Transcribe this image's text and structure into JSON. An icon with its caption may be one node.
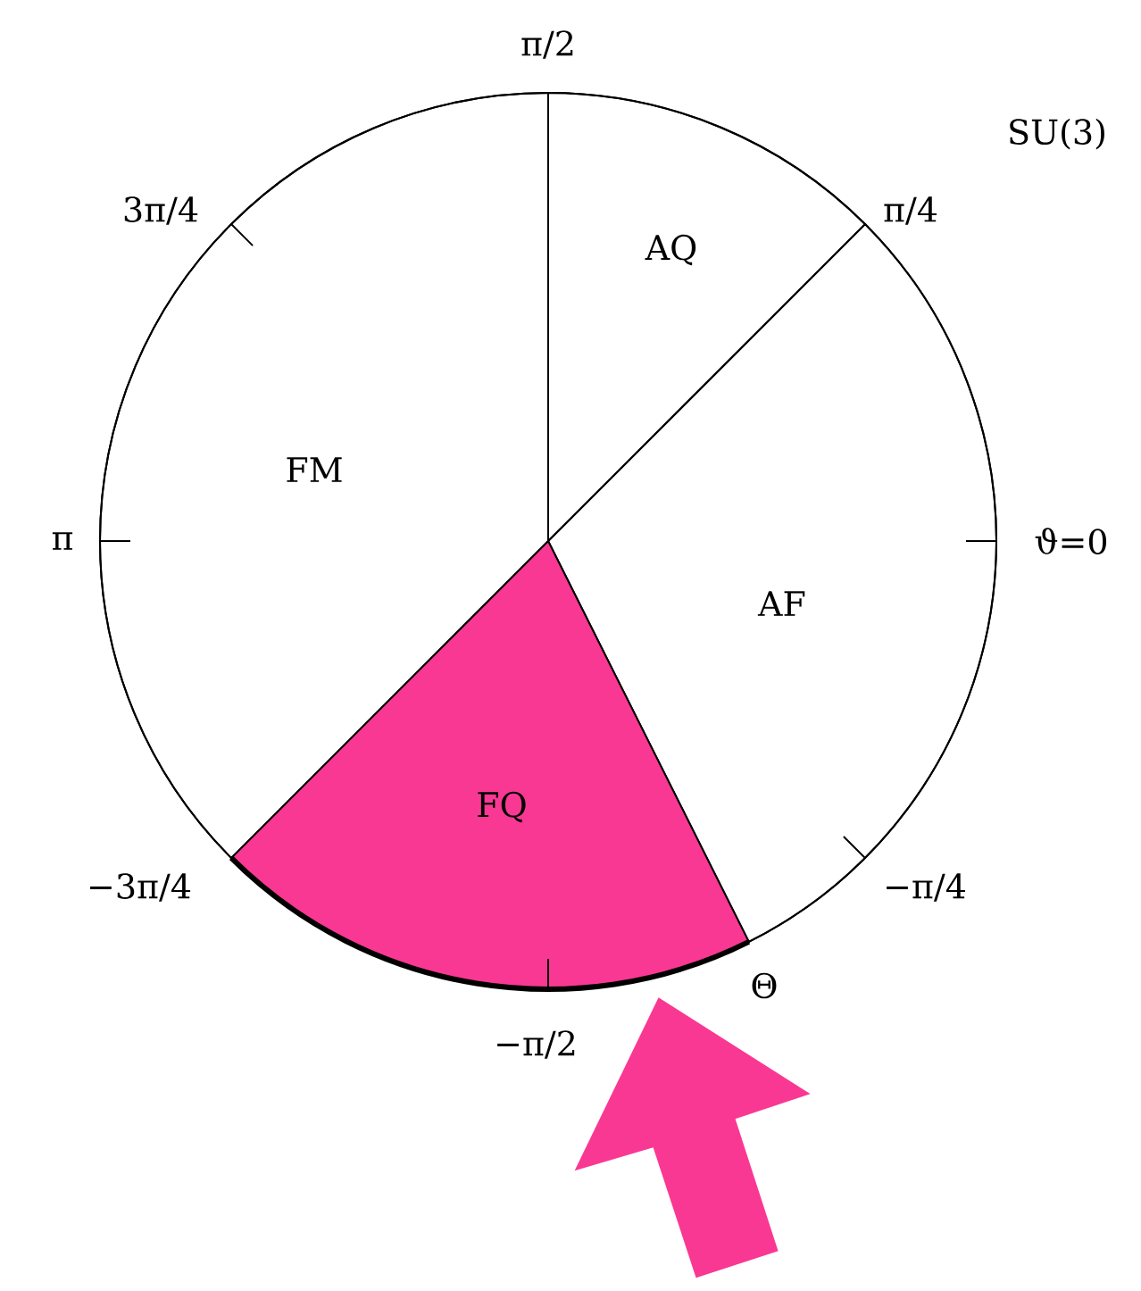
{
  "diagram": {
    "nodes": [
      {
        "text": [
          "AQ"
        ]
      },
      {
        "text": [
          "FM"
        ]
      },
      {
        "text": [
          "AF"
        ]
      },
      {
        "text": [
          "FQ"
        ]
      }
    ],
    "edges": [
      {
        "from": null,
        "to": 3,
        "arrow": "to"
      }
    ],
    "labels": [
      "π/2",
      "SU(3)",
      "3π/4",
      "π/4",
      "π",
      "ϑ=0",
      "−3π/4",
      "−π/4",
      "Θ",
      "−π/2"
    ]
  }
}
